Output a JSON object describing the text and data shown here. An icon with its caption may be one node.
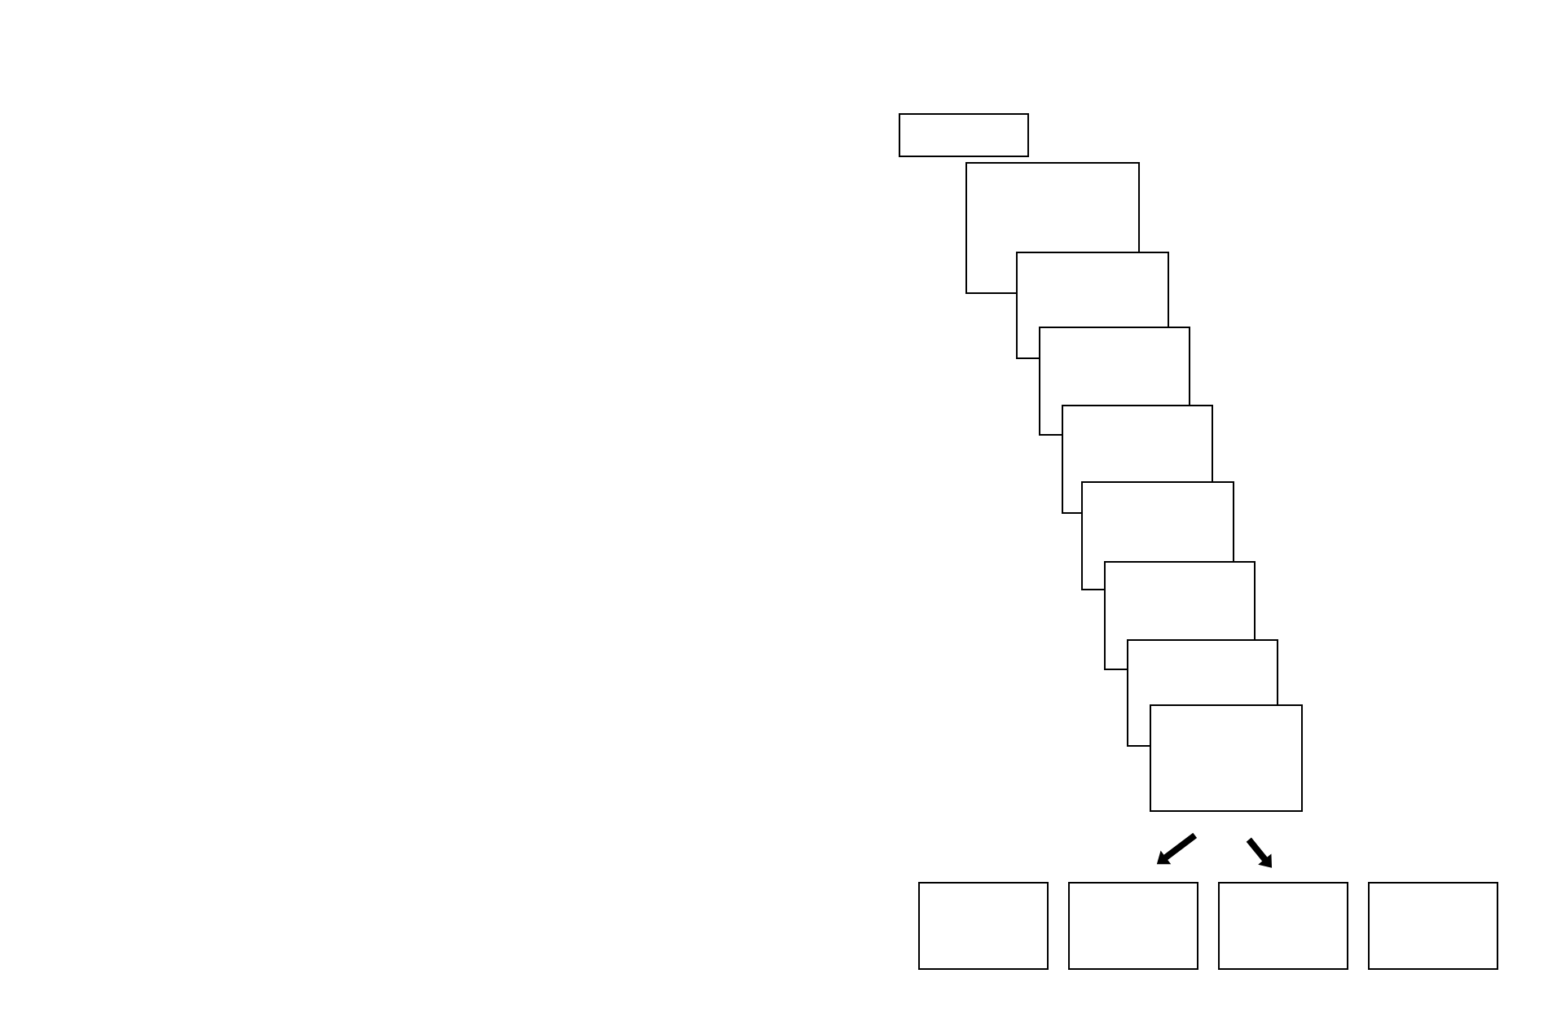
{
  "diagram": {
    "nodes": [
      {
        "text": [],
        "shape": "box"
      },
      {
        "text": [],
        "shape": "box"
      },
      {
        "text": [],
        "shape": "box"
      },
      {
        "text": [],
        "shape": "box"
      },
      {
        "text": [],
        "shape": "box"
      },
      {
        "text": [],
        "shape": "box"
      },
      {
        "text": [],
        "shape": "box"
      },
      {
        "text": [],
        "shape": "box"
      },
      {
        "text": [],
        "shape": "box"
      },
      {
        "text": [],
        "shape": "box"
      },
      {
        "text": [],
        "shape": "box"
      },
      {
        "text": [],
        "shape": "box"
      },
      {
        "text": [],
        "shape": "box"
      }
    ],
    "edges": [
      {
        "from": 8,
        "to": 10,
        "arrow": "to"
      },
      {
        "from": 8,
        "to": 11,
        "arrow": "to"
      }
    ]
  }
}
